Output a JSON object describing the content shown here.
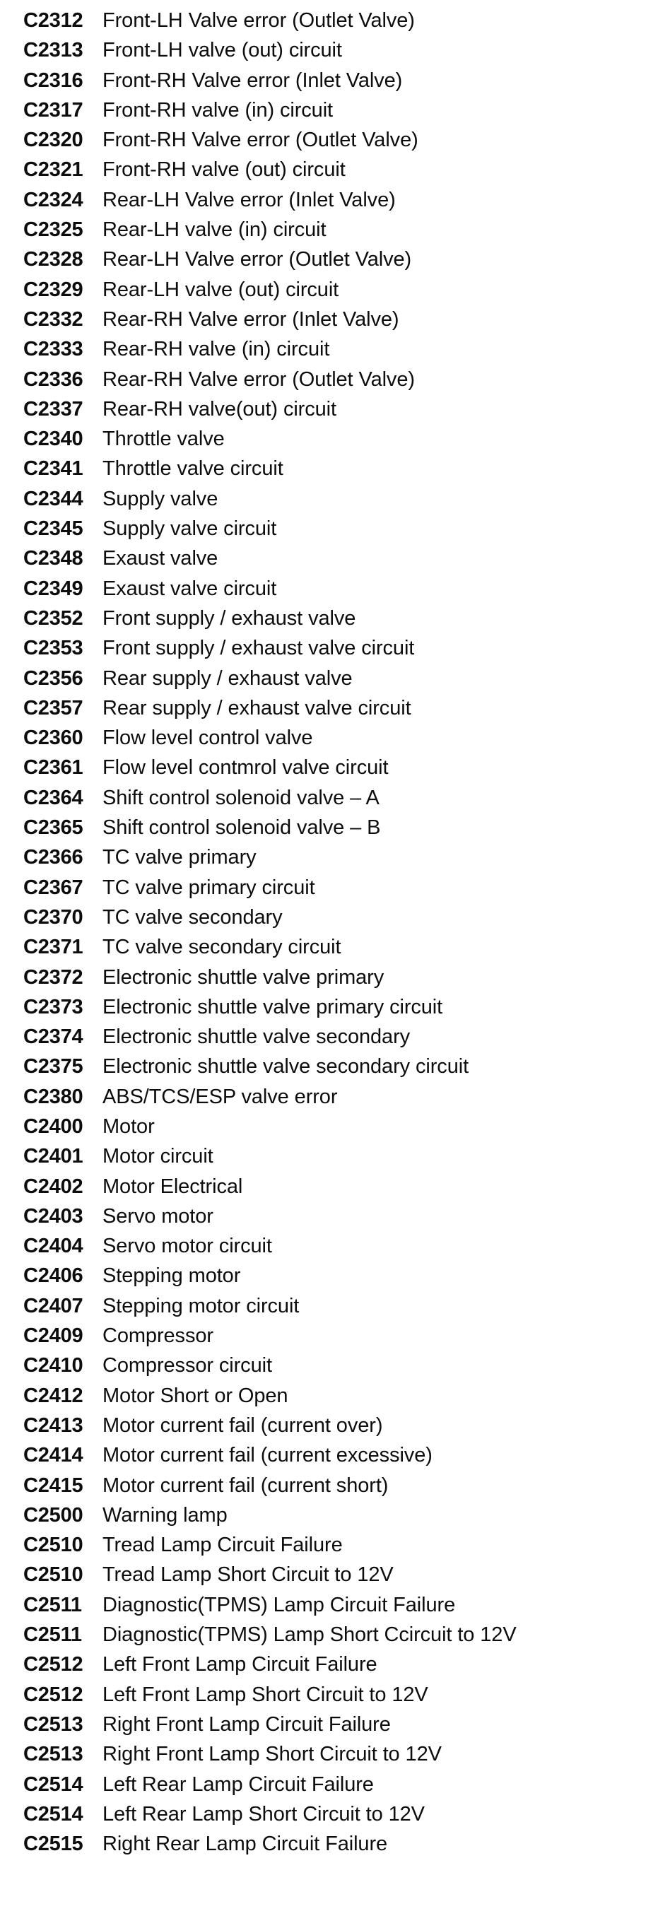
{
  "document": {
    "type": "dtc-code-reference-list",
    "text_color": "#0d0d0d",
    "background_color": "#ffffff"
  },
  "rows": [
    {
      "code": "C2312",
      "description": "Front-LH Valve error (Outlet Valve)"
    },
    {
      "code": "C2313",
      "description": "Front-LH valve (out) circuit"
    },
    {
      "code": "C2316",
      "description": "Front-RH Valve error (Inlet Valve)"
    },
    {
      "code": "C2317",
      "description": "Front-RH valve (in) circuit"
    },
    {
      "code": "C2320",
      "description": "Front-RH Valve error (Outlet Valve)"
    },
    {
      "code": "C2321",
      "description": "Front-RH valve (out) circuit"
    },
    {
      "code": "C2324",
      "description": "Rear-LH Valve error (Inlet Valve)"
    },
    {
      "code": "C2325",
      "description": "Rear-LH valve (in) circuit"
    },
    {
      "code": "C2328",
      "description": "Rear-LH Valve error (Outlet Valve)"
    },
    {
      "code": "C2329",
      "description": "Rear-LH valve (out) circuit"
    },
    {
      "code": "C2332",
      "description": "Rear-RH Valve error (Inlet Valve)"
    },
    {
      "code": "C2333",
      "description": "Rear-RH valve (in) circuit"
    },
    {
      "code": "C2336",
      "description": "Rear-RH Valve error (Outlet Valve)"
    },
    {
      "code": "C2337",
      "description": "Rear-RH valve(out) circuit"
    },
    {
      "code": "C2340",
      "description": "Throttle valve"
    },
    {
      "code": "C2341",
      "description": "Throttle valve circuit"
    },
    {
      "code": "C2344",
      "description": "Supply valve"
    },
    {
      "code": "C2345",
      "description": "Supply valve circuit"
    },
    {
      "code": "C2348",
      "description": "Exaust valve"
    },
    {
      "code": "C2349",
      "description": "Exaust valve circuit"
    },
    {
      "code": "C2352",
      "description": "Front supply / exhaust valve"
    },
    {
      "code": "C2353",
      "description": "Front supply / exhaust valve circuit"
    },
    {
      "code": "C2356",
      "description": "Rear supply / exhaust valve"
    },
    {
      "code": "C2357",
      "description": "Rear supply / exhaust valve circuit"
    },
    {
      "code": "C2360",
      "description": "Flow level control valve"
    },
    {
      "code": "C2361",
      "description": "Flow level contmrol valve circuit"
    },
    {
      "code": "C2364",
      "description": "Shift control solenoid valve – A"
    },
    {
      "code": "C2365",
      "description": "Shift control solenoid valve – B"
    },
    {
      "code": "C2366",
      "description": "TC valve primary"
    },
    {
      "code": "C2367",
      "description": "TC valve primary circuit"
    },
    {
      "code": "C2370",
      "description": "TC valve secondary"
    },
    {
      "code": "C2371",
      "description": "TC valve secondary circuit"
    },
    {
      "code": "C2372",
      "description": "Electronic shuttle valve primary"
    },
    {
      "code": "C2373",
      "description": "Electronic shuttle valve primary circuit"
    },
    {
      "code": "C2374",
      "description": "Electronic shuttle valve secondary"
    },
    {
      "code": "C2375",
      "description": "Electronic shuttle valve secondary circuit"
    },
    {
      "code": "C2380",
      "description": "ABS/TCS/ESP valve error"
    },
    {
      "code": "C2400",
      "description": "Motor"
    },
    {
      "code": "C2401",
      "description": "Motor circuit"
    },
    {
      "code": "C2402",
      "description": "Motor Electrical"
    },
    {
      "code": "C2403",
      "description": "Servo motor"
    },
    {
      "code": "C2404",
      "description": "Servo motor circuit"
    },
    {
      "code": "C2406",
      "description": "Stepping motor"
    },
    {
      "code": "C2407",
      "description": "Stepping motor circuit"
    },
    {
      "code": "C2409",
      "description": "Compressor"
    },
    {
      "code": "C2410",
      "description": "Compressor circuit"
    },
    {
      "code": "C2412",
      "description": "Motor Short or Open"
    },
    {
      "code": "C2413",
      "description": "Motor current fail (current over)"
    },
    {
      "code": "C2414",
      "description": "Motor current fail (current excessive)"
    },
    {
      "code": "C2415",
      "description": "Motor current fail (current short)"
    },
    {
      "code": "C2500",
      "description": "Warning lamp"
    },
    {
      "code": "C2510",
      "description": "Tread Lamp Circuit Failure"
    },
    {
      "code": "C2510",
      "description": "Tread Lamp Short Circuit to 12V"
    },
    {
      "code": "C2511",
      "description": "Diagnostic(TPMS) Lamp Circuit Failure"
    },
    {
      "code": "C2511",
      "description": "Diagnostic(TPMS) Lamp Short Ccircuit to 12V"
    },
    {
      "code": "C2512",
      "description": "Left Front Lamp Circuit Failure"
    },
    {
      "code": "C2512",
      "description": "Left Front Lamp Short Circuit to 12V"
    },
    {
      "code": "C2513",
      "description": "Right Front Lamp Circuit Failure"
    },
    {
      "code": "C2513",
      "description": "Right Front Lamp Short Circuit to 12V"
    },
    {
      "code": "C2514",
      "description": "Left Rear Lamp Circuit Failure"
    },
    {
      "code": "C2514",
      "description": "Left Rear Lamp Short Circuit to 12V"
    },
    {
      "code": "C2515",
      "description": "Right Rear Lamp Circuit Failure"
    }
  ]
}
